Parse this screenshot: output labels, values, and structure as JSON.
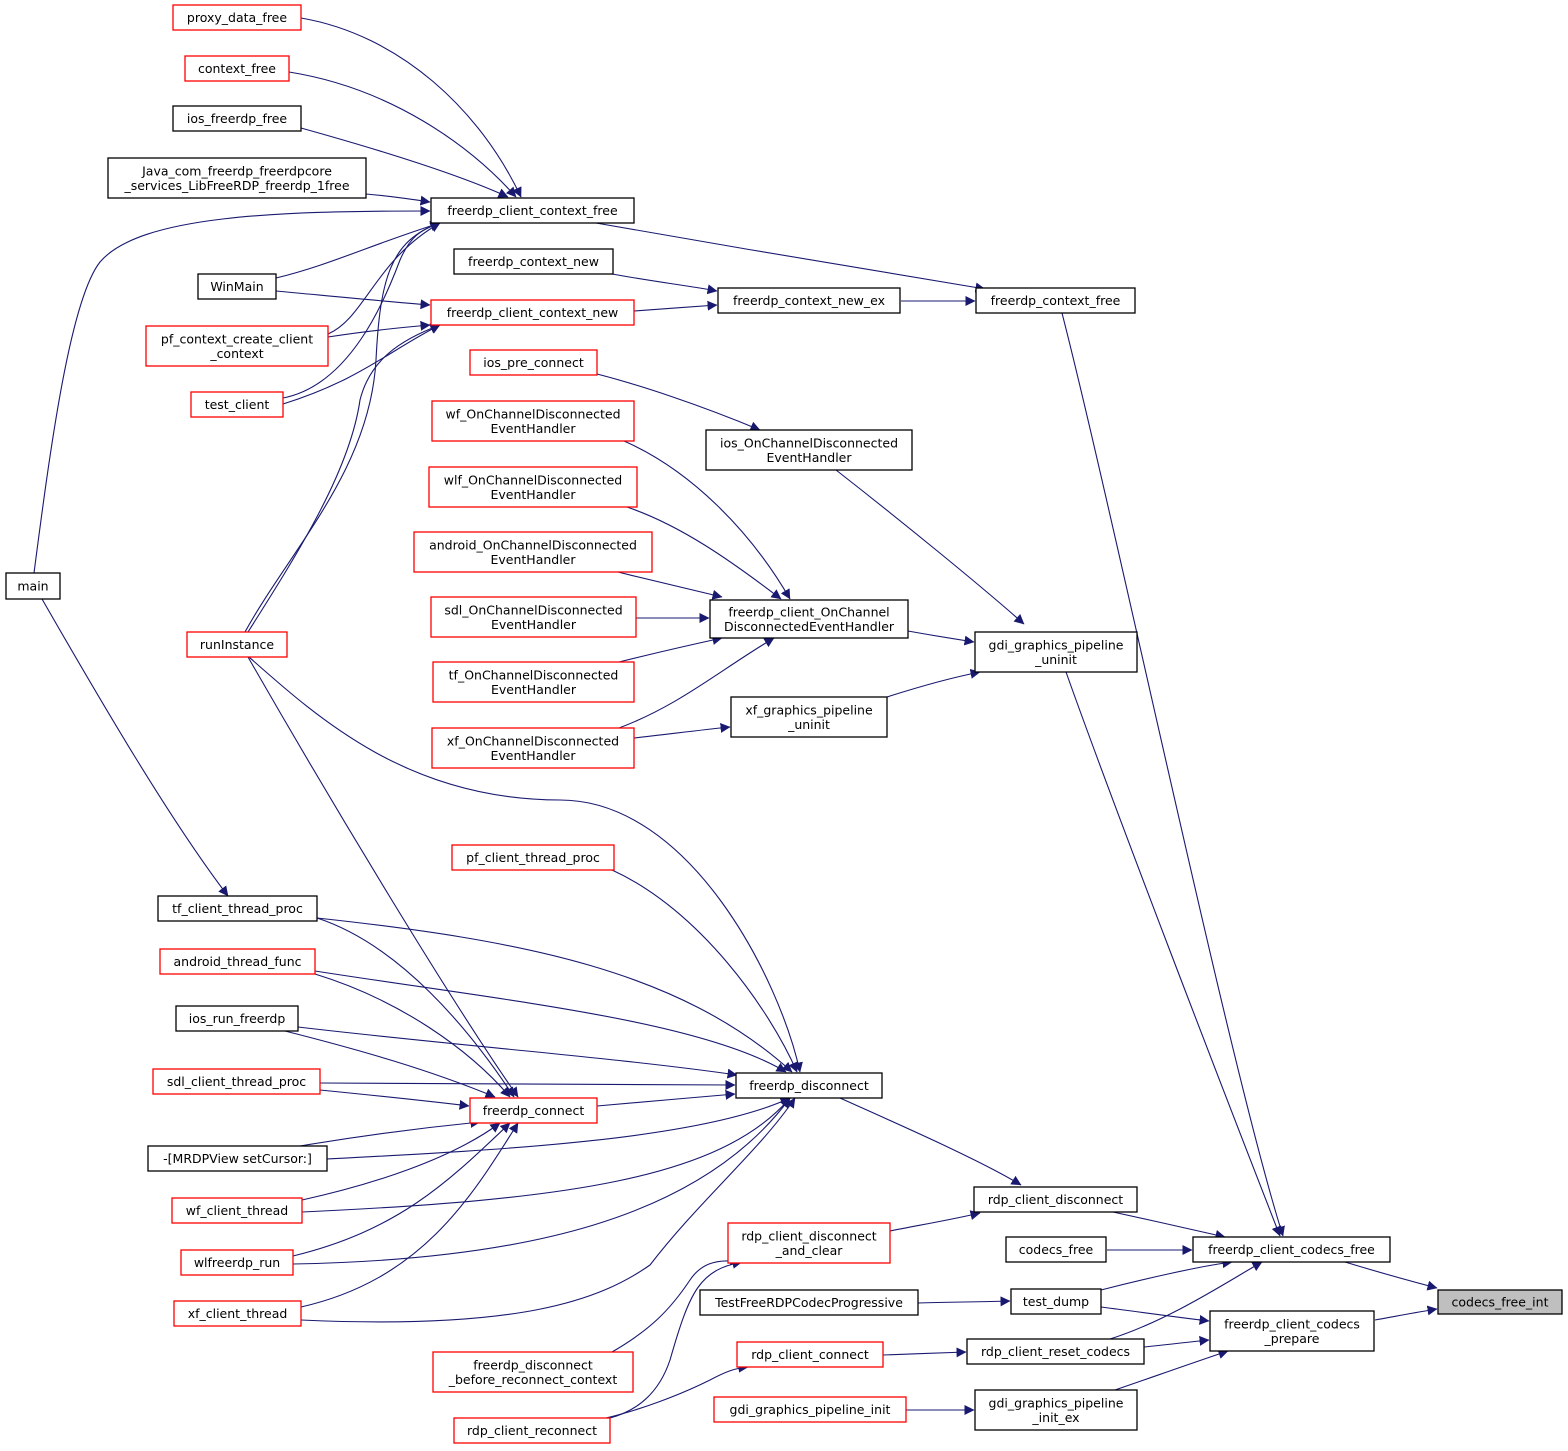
{
  "graph": {
    "edge_color": "#191970",
    "root_fill": "#bfbfbf",
    "nodes": [
      {
        "id": "codecs_free_int",
        "lines": [
          "codecs_free_int"
        ],
        "border": "root"
      },
      {
        "id": "freerdp_client_codecs_free",
        "lines": [
          "freerdp_client_codecs_free"
        ],
        "border": "black"
      },
      {
        "id": "freerdp_client_codecs_prepare",
        "lines": [
          "freerdp_client_codecs",
          "_prepare"
        ],
        "border": "black"
      },
      {
        "id": "freerdp_context_free",
        "lines": [
          "freerdp_context_free"
        ],
        "border": "black"
      },
      {
        "id": "gdi_graphics_pipeline_uninit",
        "lines": [
          "gdi_graphics_pipeline",
          "_uninit"
        ],
        "border": "black"
      },
      {
        "id": "rdp_client_disconnect",
        "lines": [
          "rdp_client_disconnect"
        ],
        "border": "black"
      },
      {
        "id": "codecs_free",
        "lines": [
          "codecs_free"
        ],
        "border": "black"
      },
      {
        "id": "test_dump",
        "lines": [
          "test_dump"
        ],
        "border": "black"
      },
      {
        "id": "rdp_client_reset_codecs",
        "lines": [
          "rdp_client_reset_codecs"
        ],
        "border": "black"
      },
      {
        "id": "gdi_graphics_pipeline_init_ex",
        "lines": [
          "gdi_graphics_pipeline",
          "_init_ex"
        ],
        "border": "black"
      },
      {
        "id": "freerdp_context_new_ex",
        "lines": [
          "freerdp_context_new_ex"
        ],
        "border": "black"
      },
      {
        "id": "freerdp_client_context_free",
        "lines": [
          "freerdp_client_context_free"
        ],
        "border": "black"
      },
      {
        "id": "freerdp_context_new",
        "lines": [
          "freerdp_context_new"
        ],
        "border": "black"
      },
      {
        "id": "freerdp_client_context_new",
        "lines": [
          "freerdp_client_context_new"
        ],
        "border": "red"
      },
      {
        "id": "ios_OnChannelDisconnectedEventHandler",
        "lines": [
          "ios_OnChannelDisconnected",
          "EventHandler"
        ],
        "border": "black"
      },
      {
        "id": "freerdp_client_OnChannelDisconnectedEventHandler",
        "lines": [
          "freerdp_client_OnChannel",
          "DisconnectedEventHandler"
        ],
        "border": "black"
      },
      {
        "id": "xf_graphics_pipeline_uninit",
        "lines": [
          "xf_graphics_pipeline",
          "_uninit"
        ],
        "border": "black"
      },
      {
        "id": "freerdp_disconnect",
        "lines": [
          "freerdp_disconnect"
        ],
        "border": "black"
      },
      {
        "id": "rdp_client_disconnect_and_clear",
        "lines": [
          "rdp_client_disconnect",
          "_and_clear"
        ],
        "border": "red"
      },
      {
        "id": "TestFreeRDPCodecProgressive",
        "lines": [
          "TestFreeRDPCodecProgressive"
        ],
        "border": "black"
      },
      {
        "id": "rdp_client_connect",
        "lines": [
          "rdp_client_connect"
        ],
        "border": "red"
      },
      {
        "id": "gdi_graphics_pipeline_init",
        "lines": [
          "gdi_graphics_pipeline_init"
        ],
        "border": "red"
      },
      {
        "id": "proxy_data_free",
        "lines": [
          "proxy_data_free"
        ],
        "border": "red"
      },
      {
        "id": "context_free",
        "lines": [
          "context_free"
        ],
        "border": "red"
      },
      {
        "id": "ios_freerdp_free",
        "lines": [
          "ios_freerdp_free"
        ],
        "border": "black"
      },
      {
        "id": "Java_free",
        "lines": [
          "Java_com_freerdp_freerdpcore",
          "_services_LibFreeRDP_freerdp_1free"
        ],
        "border": "black"
      },
      {
        "id": "main",
        "lines": [
          "main"
        ],
        "border": "black"
      },
      {
        "id": "WinMain",
        "lines": [
          "WinMain"
        ],
        "border": "black"
      },
      {
        "id": "pf_context_create_client_context",
        "lines": [
          "pf_context_create_client",
          "_context"
        ],
        "border": "red"
      },
      {
        "id": "test_client",
        "lines": [
          "test_client"
        ],
        "border": "red"
      },
      {
        "id": "runInstance",
        "lines": [
          "runInstance"
        ],
        "border": "red"
      },
      {
        "id": "ios_pre_connect",
        "lines": [
          "ios_pre_connect"
        ],
        "border": "red"
      },
      {
        "id": "wf_OnChannelDisconnectedEventHandler",
        "lines": [
          "wf_OnChannelDisconnected",
          "EventHandler"
        ],
        "border": "red"
      },
      {
        "id": "wlf_OnChannelDisconnectedEventHandler",
        "lines": [
          "wlf_OnChannelDisconnected",
          "EventHandler"
        ],
        "border": "red"
      },
      {
        "id": "android_OnChannelDisconnectedEventHandler",
        "lines": [
          "android_OnChannelDisconnected",
          "EventHandler"
        ],
        "border": "red"
      },
      {
        "id": "sdl_OnChannelDisconnectedEventHandler",
        "lines": [
          "sdl_OnChannelDisconnected",
          "EventHandler"
        ],
        "border": "red"
      },
      {
        "id": "tf_OnChannelDisconnectedEventHandler",
        "lines": [
          "tf_OnChannelDisconnected",
          "EventHandler"
        ],
        "border": "red"
      },
      {
        "id": "xf_OnChannelDisconnectedEventHandler",
        "lines": [
          "xf_OnChannelDisconnected",
          "EventHandler"
        ],
        "border": "red"
      },
      {
        "id": "pf_client_thread_proc",
        "lines": [
          "pf_client_thread_proc"
        ],
        "border": "red"
      },
      {
        "id": "tf_client_thread_proc",
        "lines": [
          "tf_client_thread_proc"
        ],
        "border": "black"
      },
      {
        "id": "android_thread_func",
        "lines": [
          "android_thread_func"
        ],
        "border": "red"
      },
      {
        "id": "ios_run_freerdp",
        "lines": [
          "ios_run_freerdp"
        ],
        "border": "black"
      },
      {
        "id": "sdl_client_thread_proc",
        "lines": [
          "sdl_client_thread_proc"
        ],
        "border": "red"
      },
      {
        "id": "freerdp_connect",
        "lines": [
          "freerdp_connect"
        ],
        "border": "red"
      },
      {
        "id": "MRDPView_setCursor",
        "lines": [
          "-[MRDPView setCursor:]"
        ],
        "border": "black"
      },
      {
        "id": "wf_client_thread",
        "lines": [
          "wf_client_thread"
        ],
        "border": "red"
      },
      {
        "id": "wlfreerdp_run",
        "lines": [
          "wlfreerdp_run"
        ],
        "border": "red"
      },
      {
        "id": "xf_client_thread",
        "lines": [
          "xf_client_thread"
        ],
        "border": "red"
      },
      {
        "id": "freerdp_disconnect_before_reconnect_context",
        "lines": [
          "freerdp_disconnect",
          "_before_reconnect_context"
        ],
        "border": "red"
      },
      {
        "id": "rdp_client_reconnect",
        "lines": [
          "rdp_client_reconnect"
        ],
        "border": "red"
      }
    ],
    "edges": [
      [
        "freerdp_client_codecs_free",
        "codecs_free_int"
      ],
      [
        "freerdp_client_codecs_prepare",
        "codecs_free_int"
      ],
      [
        "freerdp_context_free",
        "freerdp_client_codecs_free"
      ],
      [
        "gdi_graphics_pipeline_uninit",
        "freerdp_client_codecs_free"
      ],
      [
        "rdp_client_disconnect",
        "freerdp_client_codecs_free"
      ],
      [
        "codecs_free",
        "freerdp_client_codecs_free"
      ],
      [
        "test_dump",
        "freerdp_client_codecs_free"
      ],
      [
        "rdp_client_reset_codecs",
        "freerdp_client_codecs_free"
      ],
      [
        "test_dump",
        "freerdp_client_codecs_prepare"
      ],
      [
        "rdp_client_reset_codecs",
        "freerdp_client_codecs_prepare"
      ],
      [
        "gdi_graphics_pipeline_init_ex",
        "freerdp_client_codecs_prepare"
      ],
      [
        "freerdp_context_new_ex",
        "freerdp_context_free"
      ],
      [
        "freerdp_client_context_free",
        "freerdp_context_free"
      ],
      [
        "freerdp_context_new",
        "freerdp_context_new_ex"
      ],
      [
        "freerdp_client_context_new",
        "freerdp_context_new_ex"
      ],
      [
        "ios_OnChannelDisconnectedEventHandler",
        "gdi_graphics_pipeline_uninit"
      ],
      [
        "freerdp_client_OnChannelDisconnectedEventHandler",
        "gdi_graphics_pipeline_uninit"
      ],
      [
        "xf_graphics_pipeline_uninit",
        "gdi_graphics_pipeline_uninit"
      ],
      [
        "freerdp_disconnect",
        "rdp_client_disconnect"
      ],
      [
        "rdp_client_disconnect_and_clear",
        "rdp_client_disconnect"
      ],
      [
        "TestFreeRDPCodecProgressive",
        "test_dump"
      ],
      [
        "rdp_client_connect",
        "rdp_client_reset_codecs"
      ],
      [
        "gdi_graphics_pipeline_init",
        "gdi_graphics_pipeline_init_ex"
      ],
      [
        "proxy_data_free",
        "freerdp_client_context_free"
      ],
      [
        "context_free",
        "freerdp_client_context_free"
      ],
      [
        "ios_freerdp_free",
        "freerdp_client_context_free"
      ],
      [
        "Java_free",
        "freerdp_client_context_free"
      ],
      [
        "main",
        "freerdp_client_context_free"
      ],
      [
        "WinMain",
        "freerdp_client_context_free"
      ],
      [
        "pf_context_create_client_context",
        "freerdp_client_context_free"
      ],
      [
        "test_client",
        "freerdp_client_context_free"
      ],
      [
        "runInstance",
        "freerdp_client_context_free"
      ],
      [
        "WinMain",
        "freerdp_client_context_new"
      ],
      [
        "pf_context_create_client_context",
        "freerdp_client_context_new"
      ],
      [
        "test_client",
        "freerdp_client_context_new"
      ],
      [
        "runInstance",
        "freerdp_client_context_new"
      ],
      [
        "ios_pre_connect",
        "ios_OnChannelDisconnectedEventHandler"
      ],
      [
        "wf_OnChannelDisconnectedEventHandler",
        "freerdp_client_OnChannelDisconnectedEventHandler"
      ],
      [
        "wlf_OnChannelDisconnectedEventHandler",
        "freerdp_client_OnChannelDisconnectedEventHandler"
      ],
      [
        "android_OnChannelDisconnectedEventHandler",
        "freerdp_client_OnChannelDisconnectedEventHandler"
      ],
      [
        "sdl_OnChannelDisconnectedEventHandler",
        "freerdp_client_OnChannelDisconnectedEventHandler"
      ],
      [
        "tf_OnChannelDisconnectedEventHandler",
        "freerdp_client_OnChannelDisconnectedEventHandler"
      ],
      [
        "xf_OnChannelDisconnectedEventHandler",
        "freerdp_client_OnChannelDisconnectedEventHandler"
      ],
      [
        "xf_OnChannelDisconnectedEventHandler",
        "xf_graphics_pipeline_uninit"
      ],
      [
        "runInstance",
        "freerdp_disconnect"
      ],
      [
        "pf_client_thread_proc",
        "freerdp_disconnect"
      ],
      [
        "tf_client_thread_proc",
        "freerdp_disconnect"
      ],
      [
        "android_thread_func",
        "freerdp_disconnect"
      ],
      [
        "ios_run_freerdp",
        "freerdp_disconnect"
      ],
      [
        "sdl_client_thread_proc",
        "freerdp_disconnect"
      ],
      [
        "freerdp_connect",
        "freerdp_disconnect"
      ],
      [
        "MRDPView_setCursor",
        "freerdp_disconnect"
      ],
      [
        "wf_client_thread",
        "freerdp_disconnect"
      ],
      [
        "wlfreerdp_run",
        "freerdp_disconnect"
      ],
      [
        "xf_client_thread",
        "freerdp_disconnect"
      ],
      [
        "main",
        "tf_client_thread_proc"
      ],
      [
        "runInstance",
        "freerdp_connect"
      ],
      [
        "tf_client_thread_proc",
        "freerdp_connect"
      ],
      [
        "android_thread_func",
        "freerdp_connect"
      ],
      [
        "ios_run_freerdp",
        "freerdp_connect"
      ],
      [
        "sdl_client_thread_proc",
        "freerdp_connect"
      ],
      [
        "MRDPView_setCursor",
        "freerdp_connect"
      ],
      [
        "wf_client_thread",
        "freerdp_connect"
      ],
      [
        "wlfreerdp_run",
        "freerdp_connect"
      ],
      [
        "xf_client_thread",
        "freerdp_connect"
      ],
      [
        "freerdp_disconnect_before_reconnect_context",
        "rdp_client_disconnect_and_clear"
      ],
      [
        "rdp_client_reconnect",
        "rdp_client_disconnect_and_clear"
      ],
      [
        "rdp_client_reconnect",
        "rdp_client_connect"
      ]
    ]
  }
}
